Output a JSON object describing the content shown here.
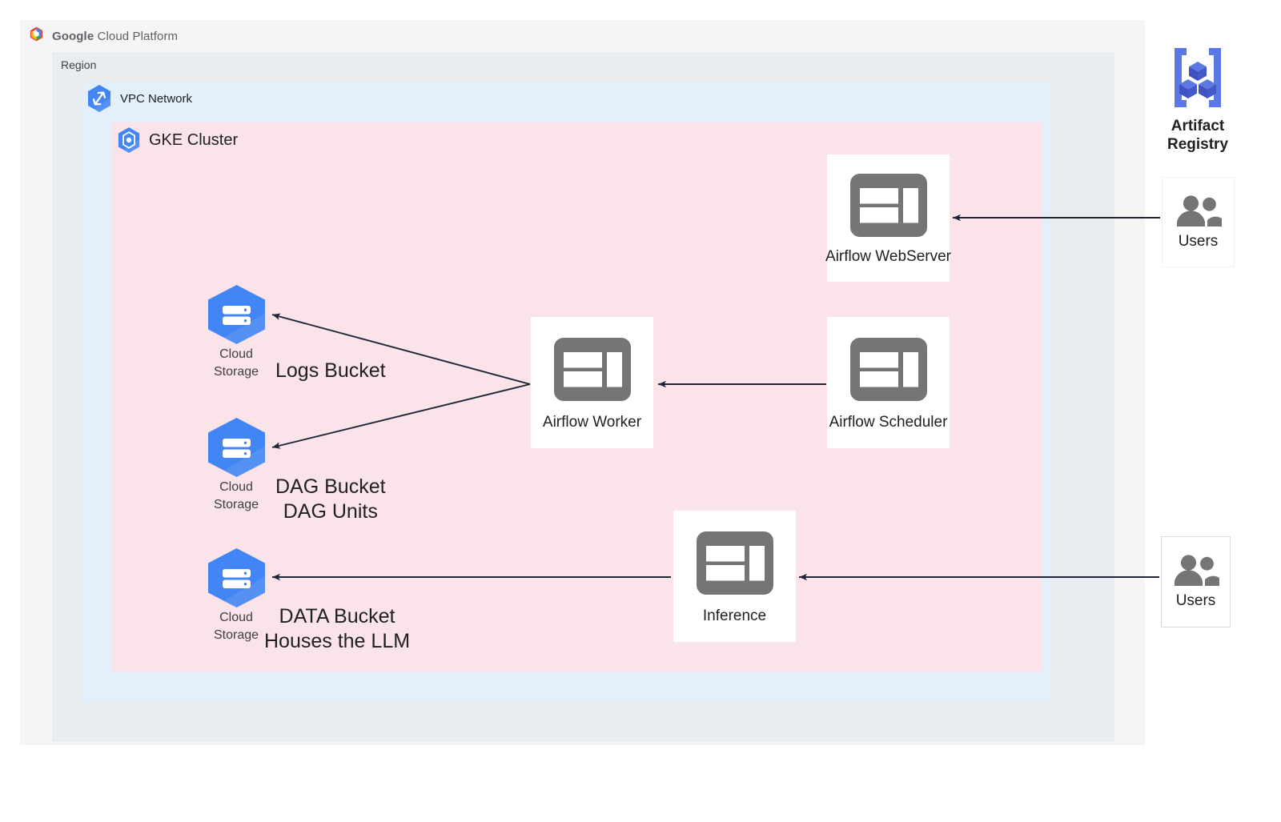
{
  "containers": {
    "gcp": {
      "label_google": "Google",
      "label_rest": "Cloud Platform",
      "icon": "gcp-logo-icon",
      "color": "#f5f5f5"
    },
    "region": {
      "label": "Region",
      "color": "#eaedef"
    },
    "vpc": {
      "label": "VPC Network",
      "icon": "vpc-network-icon",
      "color": "#e3f0fc"
    },
    "gke": {
      "label": "GKE Cluster",
      "icon": "gke-cluster-icon",
      "color": "#fbe3ea"
    }
  },
  "nodes": [
    {
      "id": "airflow-webserver",
      "label": "Airflow WebServer",
      "icon": "application-window-icon"
    },
    {
      "id": "airflow-worker",
      "label": "Airflow Worker",
      "icon": "application-window-icon"
    },
    {
      "id": "airflow-scheduler",
      "label": "Airflow Scheduler",
      "icon": "application-window-icon"
    },
    {
      "id": "inference",
      "label": "Inference",
      "icon": "application-window-icon"
    }
  ],
  "storage_buckets": [
    {
      "id": "logs-bucket",
      "product_line1": "Cloud",
      "product_line2": "Storage",
      "note_line1": "Logs Bucket",
      "note_line2": "",
      "icon": "cloud-storage-icon"
    },
    {
      "id": "dag-bucket",
      "product_line1": "Cloud",
      "product_line2": "Storage",
      "note_line1": "DAG Bucket",
      "note_line2": "DAG Units",
      "icon": "cloud-storage-icon"
    },
    {
      "id": "data-bucket",
      "product_line1": "Cloud",
      "product_line2": "Storage",
      "note_line1": "DATA Bucket",
      "note_line2": "Houses the LLM",
      "icon": "cloud-storage-icon"
    }
  ],
  "external": {
    "artifact_registry": {
      "label_line1": "Artifact",
      "label_line2": "Registry",
      "icon": "artifact-registry-icon"
    },
    "users_top": {
      "label": "Users",
      "icon": "users-icon"
    },
    "users_bottom": {
      "label": "Users",
      "icon": "users-icon"
    }
  },
  "colors": {
    "gcp_blue": "#4285f4",
    "gcp_red": "#ea4335",
    "gcp_yellow": "#fbbc04",
    "gcp_green": "#34a853",
    "icon_gray": "#757575",
    "edge": "#1f2535",
    "artifact_blue": "#4459c8",
    "artifact_blue_light": "#5b78e6"
  },
  "edges": [
    {
      "from": "users_top",
      "to": "airflow-webserver",
      "direction": "left"
    },
    {
      "from": "airflow-scheduler",
      "to": "airflow-worker",
      "direction": "left"
    },
    {
      "from": "airflow-worker",
      "to": "logs-bucket",
      "direction": "left"
    },
    {
      "from": "airflow-worker",
      "to": "dag-bucket",
      "direction": "left"
    },
    {
      "from": "inference",
      "to": "data-bucket",
      "direction": "left"
    },
    {
      "from": "users_bottom",
      "to": "inference",
      "direction": "left"
    }
  ]
}
